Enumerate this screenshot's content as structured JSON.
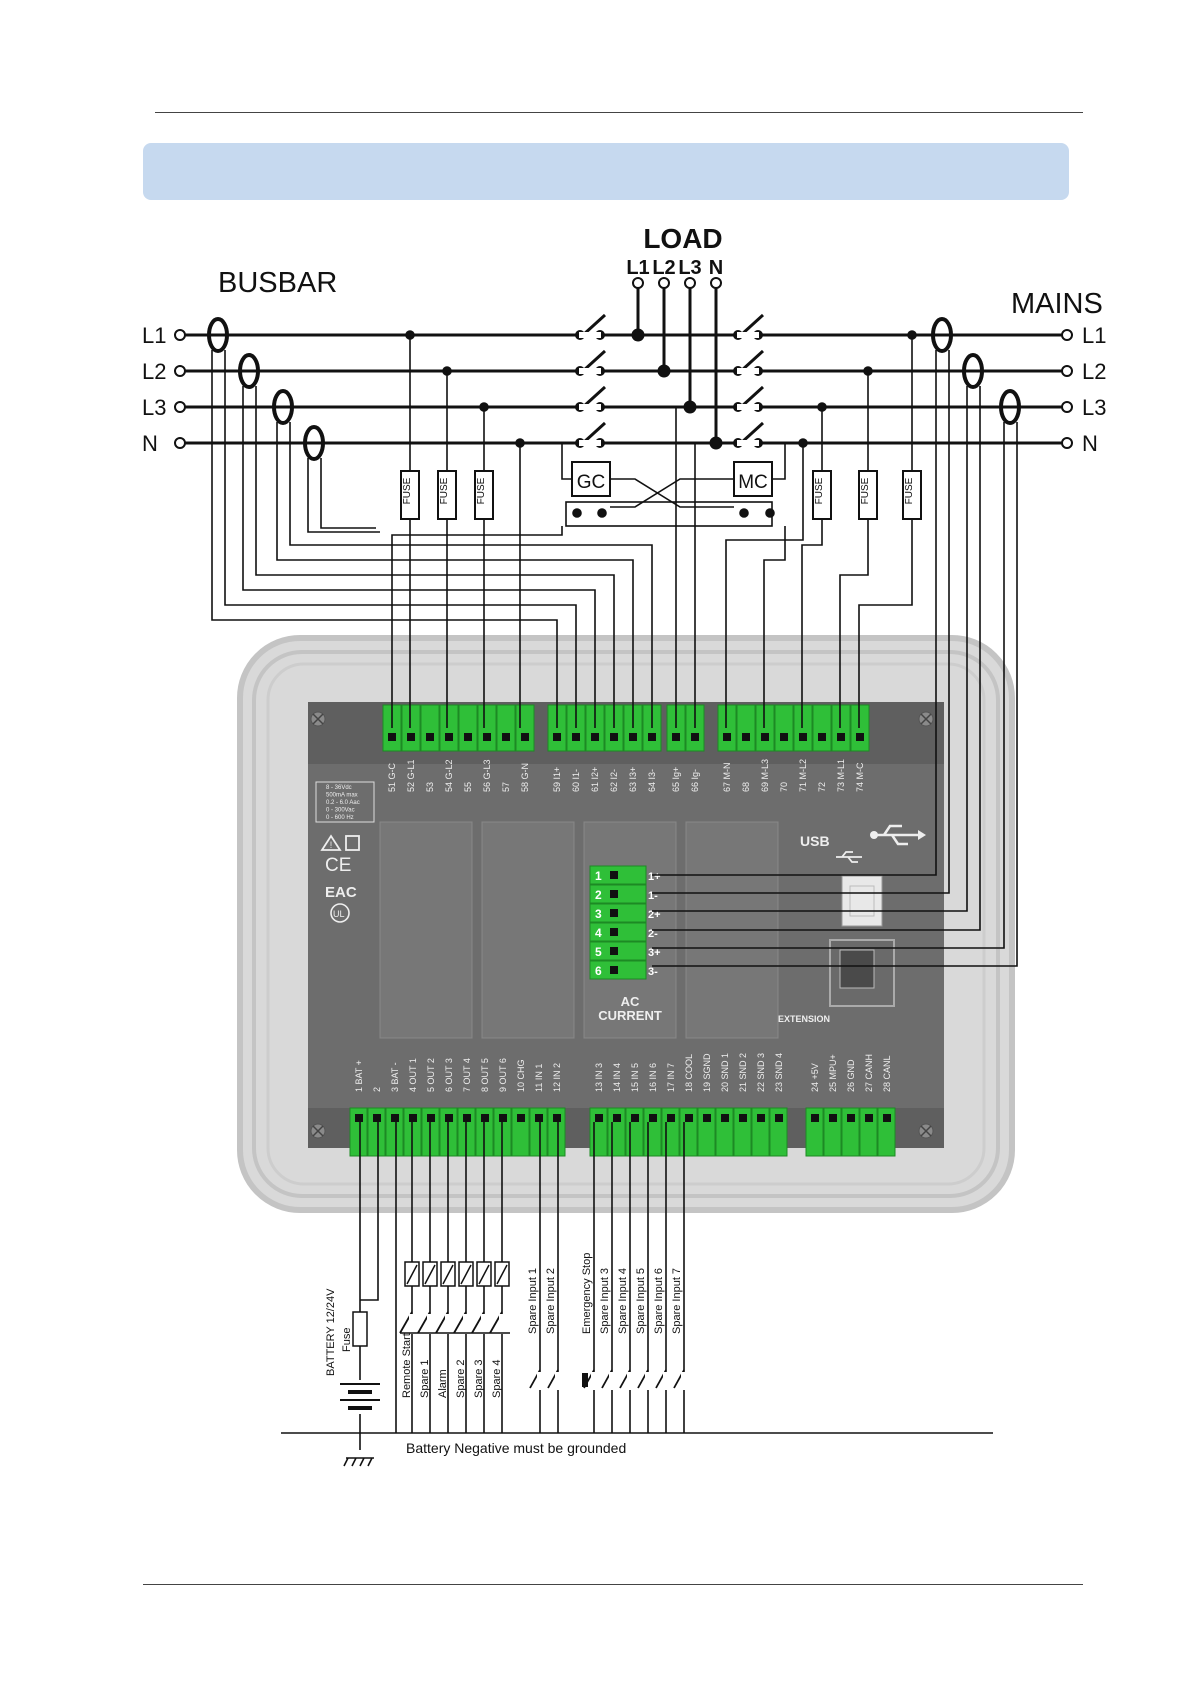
{
  "page": {
    "banner_text": ""
  },
  "labels": {
    "load": "LOAD",
    "busbar": "BUSBAR",
    "mains": "MAINS",
    "load_phases": [
      "L1",
      "L2",
      "L3",
      "N"
    ],
    "left_phases": [
      "L1",
      "L2",
      "L3",
      "N"
    ],
    "right_phases": [
      "L1",
      "L2",
      "L3",
      "N"
    ],
    "fuse": "FUSE",
    "gc": "GC",
    "mc": "MC",
    "usb": "USB",
    "extension": "EXTENSION",
    "ac_current": [
      "AC",
      "CURRENT"
    ],
    "battery": "BATTERY 12/24V",
    "fuse_small": "Fuse",
    "ground_note": "Battery Negative must be grounded"
  },
  "top_terminals": [
    {
      "num": "51",
      "name": "G-C"
    },
    {
      "num": "52",
      "name": "G-L1"
    },
    {
      "num": "53",
      "name": ""
    },
    {
      "num": "54",
      "name": "G-L2"
    },
    {
      "num": "55",
      "name": ""
    },
    {
      "num": "56",
      "name": "G-L3"
    },
    {
      "num": "57",
      "name": ""
    },
    {
      "num": "58",
      "name": "G-N"
    },
    {
      "num": "59",
      "name": "I1+"
    },
    {
      "num": "60",
      "name": "I1-"
    },
    {
      "num": "61",
      "name": "I2+"
    },
    {
      "num": "62",
      "name": "I2-"
    },
    {
      "num": "63",
      "name": "I3+"
    },
    {
      "num": "64",
      "name": "I3-"
    },
    {
      "num": "65",
      "name": "Ig+"
    },
    {
      "num": "66",
      "name": "Ig-"
    },
    {
      "num": "67",
      "name": "M-N"
    },
    {
      "num": "68",
      "name": ""
    },
    {
      "num": "69",
      "name": "M-L3"
    },
    {
      "num": "70",
      "name": ""
    },
    {
      "num": "71",
      "name": "M-L2"
    },
    {
      "num": "72",
      "name": ""
    },
    {
      "num": "73",
      "name": "M-L1"
    },
    {
      "num": "74",
      "name": "M-C"
    }
  ],
  "bottom_terminals": [
    {
      "num": "1",
      "name": "BAT +"
    },
    {
      "num": "2",
      "name": ""
    },
    {
      "num": "3",
      "name": "BAT -"
    },
    {
      "num": "4",
      "name": "OUT 1"
    },
    {
      "num": "5",
      "name": "OUT 2"
    },
    {
      "num": "6",
      "name": "OUT 3"
    },
    {
      "num": "7",
      "name": "OUT 4"
    },
    {
      "num": "8",
      "name": "OUT 5"
    },
    {
      "num": "9",
      "name": "OUT 6"
    },
    {
      "num": "10",
      "name": "CHG"
    },
    {
      "num": "11",
      "name": "IN 1"
    },
    {
      "num": "12",
      "name": "IN 2"
    },
    {
      "num": "13",
      "name": "IN 3"
    },
    {
      "num": "14",
      "name": "IN 4"
    },
    {
      "num": "15",
      "name": "IN 5"
    },
    {
      "num": "16",
      "name": "IN 6"
    },
    {
      "num": "17",
      "name": "IN 7"
    },
    {
      "num": "18",
      "name": "COOL"
    },
    {
      "num": "19",
      "name": "SGND"
    },
    {
      "num": "20",
      "name": "SND 1"
    },
    {
      "num": "21",
      "name": "SND 2"
    },
    {
      "num": "22",
      "name": "SND 3"
    },
    {
      "num": "23",
      "name": "SND 4"
    },
    {
      "num": "24",
      "name": "+5V"
    },
    {
      "num": "25",
      "name": "MPU+"
    },
    {
      "num": "26",
      "name": "GND"
    },
    {
      "num": "27",
      "name": "CANH"
    },
    {
      "num": "28",
      "name": "CANL"
    }
  ],
  "ac_current_terminals": [
    {
      "num": "1",
      "name": "1+"
    },
    {
      "num": "2",
      "name": "1-"
    },
    {
      "num": "3",
      "name": "2+"
    },
    {
      "num": "4",
      "name": "2-"
    },
    {
      "num": "5",
      "name": "3+"
    },
    {
      "num": "6",
      "name": "3-"
    }
  ],
  "spec_box": [
    "8 - 36Vdc",
    "500mA max",
    "0.2 - 6.0 Aac",
    "0 - 300Vac",
    "0 - 600 Hz"
  ],
  "outputs": [
    "Remote Start",
    "Spare 1",
    "Alarm",
    "Spare 2",
    "Spare 3",
    "Spare 4"
  ],
  "inputs": [
    "Spare Input 1",
    "Spare Input 2",
    "Emergency Stop",
    "Spare Input 3",
    "Spare Input 4",
    "Spare Input 5",
    "Spare Input 6",
    "Spare Input 7"
  ],
  "colors": {
    "terminal_green": "#2fbf38",
    "banner": "#c6d9ef",
    "panel": "#6e6e6e"
  }
}
